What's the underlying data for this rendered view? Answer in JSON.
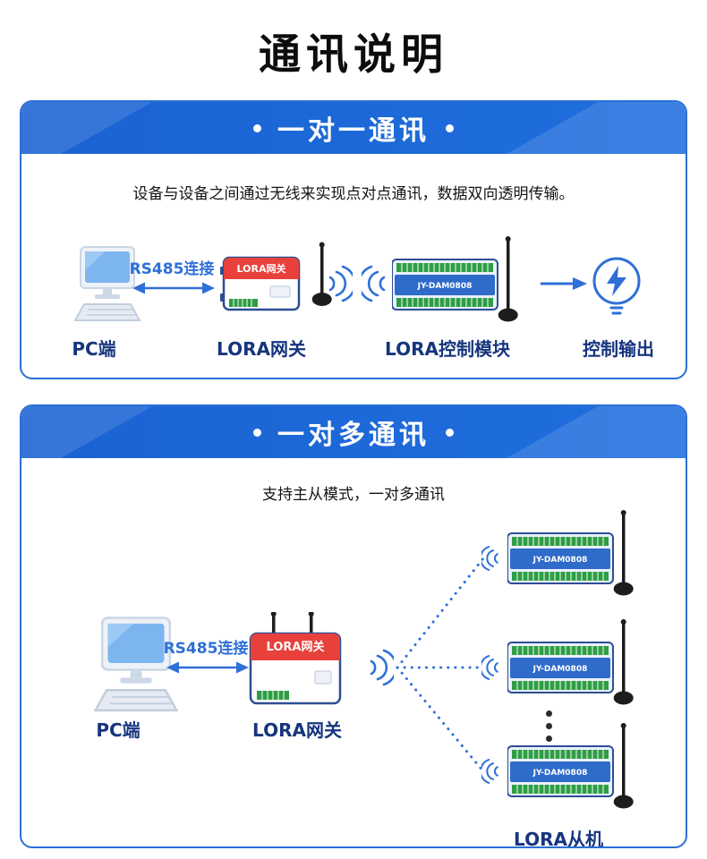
{
  "title": "通讯说明",
  "colors": {
    "accent_blue": "#2f6fd8",
    "band_blue": "#1f6fde",
    "caption_navy": "#17357e",
    "device_red": "#e8413c",
    "terminal_green": "#2e9e44"
  },
  "section_one": {
    "header": "一对一通讯",
    "description": "设备与设备之间通过无线来实现点对点通讯，数据双向透明传输。",
    "rs485": "RS485连接",
    "gateway_badge": "LORA网关",
    "module_badge": "JY-DAM0808",
    "captions": {
      "pc": "PC端",
      "gateway": "LORA网关",
      "module": "LORA控制模块",
      "output": "控制输出"
    }
  },
  "section_two": {
    "header": "一对多通讯",
    "description": "支持主从模式，一对多通讯",
    "rs485": "RS485连接",
    "gateway_badge": "LORA网关",
    "module_badge": "JY-DAM0808",
    "captions": {
      "pc": "PC端",
      "gateway": "LORA网关",
      "slaves": "LORA从机"
    }
  }
}
